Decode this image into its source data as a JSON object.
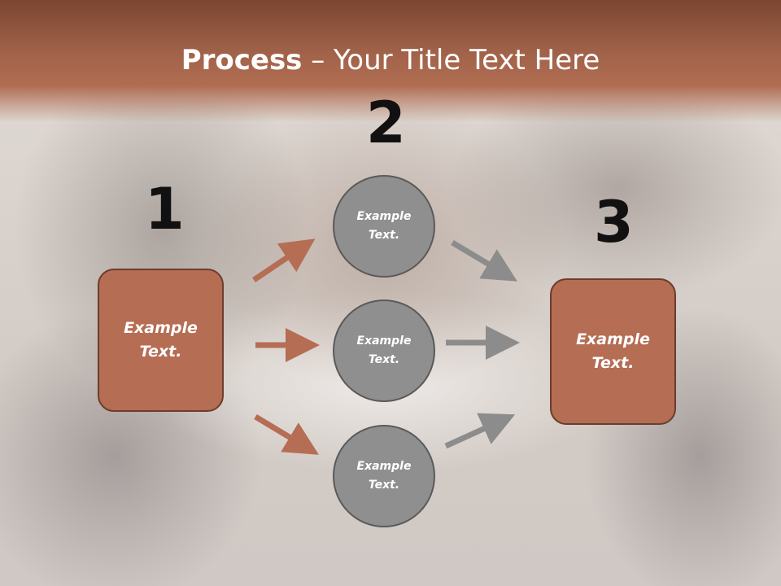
{
  "title": {
    "bold": "Process",
    "rest": " – Your Title Text Here"
  },
  "steps": [
    {
      "number": "1",
      "label": "Example\nText."
    },
    {
      "number": "2",
      "items": [
        "Example\nText.",
        "Example\nText.",
        "Example\nText."
      ]
    },
    {
      "number": "3",
      "label": "Example\nText."
    }
  ],
  "colors": {
    "header": "#a2634a",
    "box_fill": "#b56d53",
    "box_border": "#6b3d2c",
    "circle_fill": "#8f8f8f",
    "circle_border": "#5a5a5a",
    "arrow_brown": "#b56d53",
    "arrow_gray": "#8c8c8c"
  }
}
